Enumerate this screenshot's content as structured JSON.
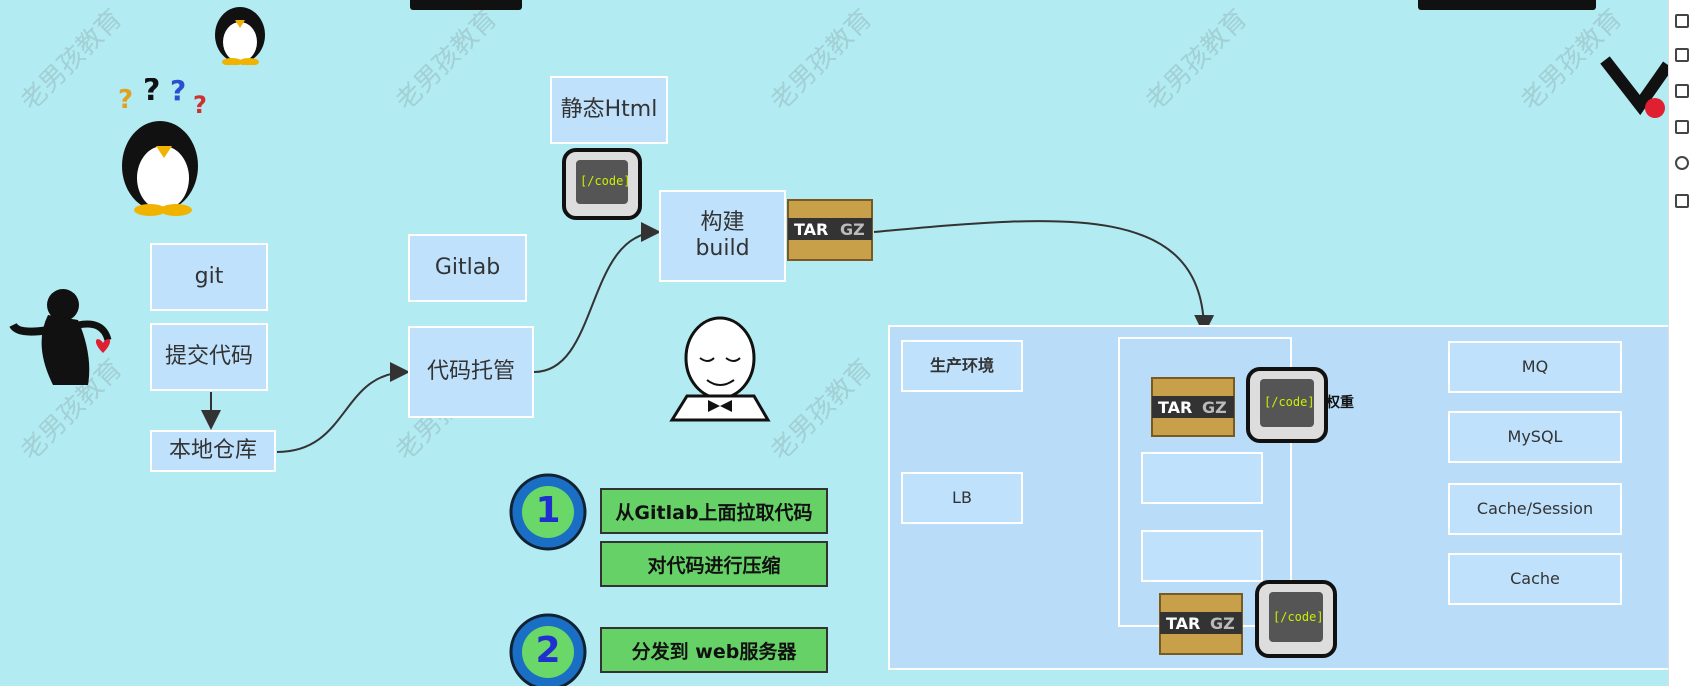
{
  "watermark": "老男孩教育",
  "nodes": {
    "git": "git",
    "commit": "提交代码",
    "local_repo": "本地仓库",
    "gitlab": "Gitlab",
    "hosting": "代码托管",
    "static_html": "静态Html",
    "build": "构建\nbuild"
  },
  "steps": [
    {
      "number": "1",
      "label": "从Gitlab上面拉取代码"
    },
    {
      "number": "",
      "label": "对代码进行压缩"
    },
    {
      "number": "2",
      "label": "分发到 web服务器"
    }
  ],
  "prod": {
    "title": "生产环境",
    "lb": "LB",
    "weight_label": "最小权重",
    "services": [
      "MQ",
      "MySQL",
      "Cache/Session",
      "Cache"
    ]
  },
  "archive": {
    "left": "TAR",
    "right": "GZ"
  },
  "code_icon_text": "[/code]",
  "colors": {
    "background": "#b2ebf2",
    "node": "#bfe1fb",
    "step": "#66d166",
    "step_circle": "#2a7fd6"
  }
}
